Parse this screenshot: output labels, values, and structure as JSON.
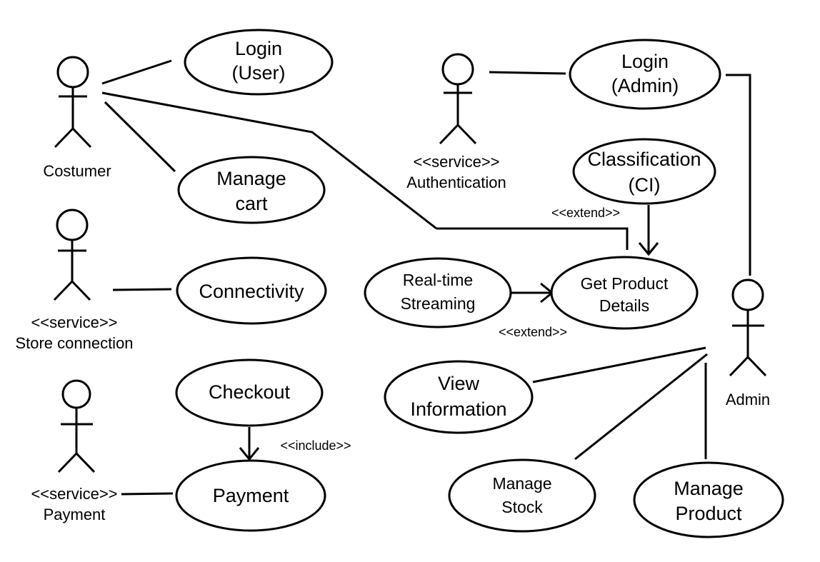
{
  "actors": {
    "costumer": {
      "label": "Costumer"
    },
    "authentication": {
      "stereotype": "<<service>>",
      "label": "Authentication"
    },
    "store_connection": {
      "stereotype": "<<service>>",
      "label": "Store connection"
    },
    "payment": {
      "stereotype": "<<service>>",
      "label": "Payment"
    },
    "admin": {
      "label": "Admin"
    }
  },
  "use_cases": {
    "login_user": {
      "line1": "Login",
      "line2": "(User)"
    },
    "manage_cart": {
      "line1": "Manage",
      "line2": "cart"
    },
    "connectivity": {
      "line1": "Connectivity"
    },
    "checkout": {
      "line1": "Checkout"
    },
    "payment": {
      "line1": "Payment"
    },
    "login_admin": {
      "line1": "Login",
      "line2": "(Admin)"
    },
    "classification": {
      "line1": "Classification",
      "line2": "(CI)"
    },
    "realtime_streaming": {
      "line1": "Real-time",
      "line2": "Streaming"
    },
    "get_product_details": {
      "line1": "Get Product",
      "line2": "Details"
    },
    "view_information": {
      "line1": "View",
      "line2": "Information"
    },
    "manage_stock": {
      "line1": "Manage",
      "line2": "Stock"
    },
    "manage_product": {
      "line1": "Manage",
      "line2": "Product"
    }
  },
  "relations": {
    "extend_classification": "<<extend>>",
    "extend_streaming": "<<extend>>",
    "include_payment": "<<include>>"
  }
}
